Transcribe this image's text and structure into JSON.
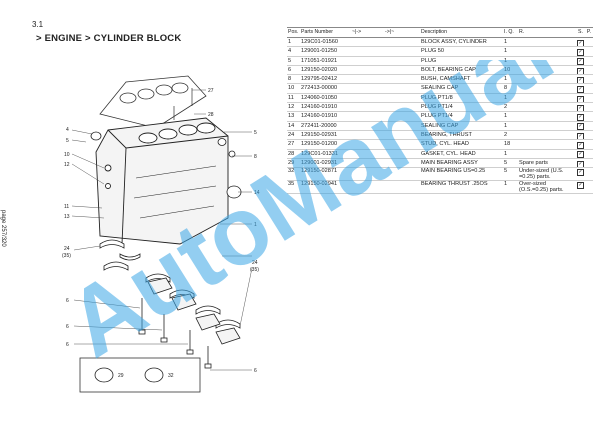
{
  "section_number": "3.1",
  "breadcrumb": "> ENGINE > CYLINDER BLOCK",
  "page_label": "page 257/320",
  "watermark": "AutoManual",
  "table": {
    "headers": [
      "Pos.",
      "Parts Number",
      "~|->",
      "->|~",
      "Description",
      "I. Q.",
      "R.",
      "S.",
      "P."
    ],
    "rows": [
      {
        "pos": "1",
        "part": "129C01-01560",
        "desc": "BLOCK ASSY, CYLINDER",
        "iq": "1",
        "remark": "",
        "s": true
      },
      {
        "pos": "4",
        "part": "129001-01250",
        "desc": "PLUG 50",
        "iq": "1",
        "remark": "",
        "s": true
      },
      {
        "pos": "5",
        "part": "171051-01921",
        "desc": "PLUG",
        "iq": "1",
        "remark": "",
        "s": true
      },
      {
        "pos": "6",
        "part": "129150-02020",
        "desc": "BOLT, BEARING CAP",
        "iq": "10",
        "remark": "",
        "s": true
      },
      {
        "pos": "8",
        "part": "129795-02412",
        "desc": "BUSH, CAMSHAFT",
        "iq": "1",
        "remark": "",
        "s": true
      },
      {
        "pos": "10",
        "part": "272413-00000",
        "desc": "SEALING CAP",
        "iq": "8",
        "remark": "",
        "s": true
      },
      {
        "pos": "11",
        "part": "124060-01050",
        "desc": "PLUG PT1/8",
        "iq": "1",
        "remark": "",
        "s": true
      },
      {
        "pos": "12",
        "part": "124160-01910",
        "desc": "PLUG PT1/4",
        "iq": "2",
        "remark": "",
        "s": true
      },
      {
        "pos": "13",
        "part": "124160-01910",
        "desc": "PLUG PT1/4",
        "iq": "1",
        "remark": "",
        "s": true
      },
      {
        "pos": "14",
        "part": "272411-20000",
        "desc": "SEALING CAP",
        "iq": "1",
        "remark": "",
        "s": true
      },
      {
        "pos": "24",
        "part": "129150-02931",
        "desc": "BEARING, THRUST",
        "iq": "2",
        "remark": "",
        "s": true
      },
      {
        "pos": "27",
        "part": "129150-01200",
        "desc": "STUD, CYL. HEAD",
        "iq": "18",
        "remark": "",
        "s": true
      },
      {
        "pos": "28",
        "part": "129C01-01331",
        "desc": "GASKET, CYL. HEAD",
        "iq": "1",
        "remark": "",
        "s": true
      },
      {
        "pos": "29",
        "part": "129001-02931",
        "desc": "MAIN BEARING ASSY",
        "iq": "5",
        "remark": "Spare parts",
        "s": true
      },
      {
        "pos": "32",
        "part": "129150-02871",
        "desc": "MAIN BEARING US=0.25",
        "iq": "5",
        "remark": "Under-sized (U.S. =0.25) parts.",
        "s": true,
        "tall": true
      },
      {
        "pos": "35",
        "part": "129150-02941",
        "desc": "BEARING THRUST .25OS",
        "iq": "1",
        "remark": "Over-sized (O.S.=0.25) parts.",
        "s": true,
        "tall": true
      }
    ]
  },
  "callouts": [
    "27",
    "28",
    "4",
    "5",
    "10",
    "12",
    "11",
    "13",
    "5",
    "8",
    "14",
    "1",
    "24",
    "(35)",
    "24",
    "(35)",
    "6",
    "6",
    "6",
    "6",
    "29",
    "32"
  ]
}
